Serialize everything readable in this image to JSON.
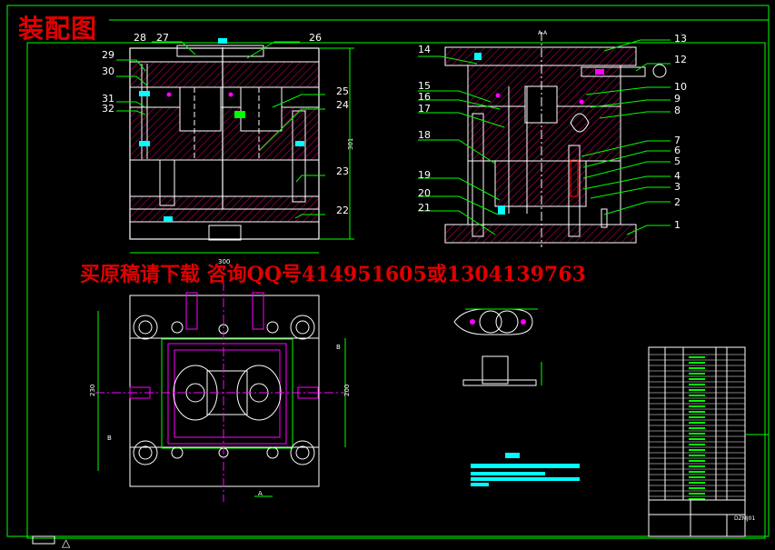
{
  "drawing": {
    "title": "装配图",
    "ad_text": "买原稿请下载  咨询QQ号414951605或1304139763",
    "colors": {
      "background": "#000000",
      "border": "#00ff00",
      "outline": "#ffffff",
      "hatch": "#d4006a",
      "leader": "#00ff00",
      "dim": "#00ffff",
      "cooling": "#ff00ff",
      "label": "#ffffff",
      "red": "#e00000"
    },
    "left_section": {
      "labels": [
        "28",
        "27",
        "26",
        "29",
        "30",
        "31",
        "32",
        "25",
        "24",
        "23",
        "22"
      ],
      "dim_bottom": "300",
      "dim_right": "301"
    },
    "right_section": {
      "labels": [
        "14",
        "15",
        "16",
        "17",
        "18",
        "19",
        "20",
        "21",
        "13",
        "12",
        "10",
        "9",
        "8",
        "7",
        "6",
        "5",
        "4",
        "3",
        "2",
        "1"
      ],
      "section_mark": "A-A"
    },
    "plan_view": {
      "dim_left": "230",
      "dim_right": "200",
      "marks": [
        "A",
        "B",
        "B"
      ]
    },
    "part_views": {
      "title_block_mark": "DZMJ01"
    }
  }
}
